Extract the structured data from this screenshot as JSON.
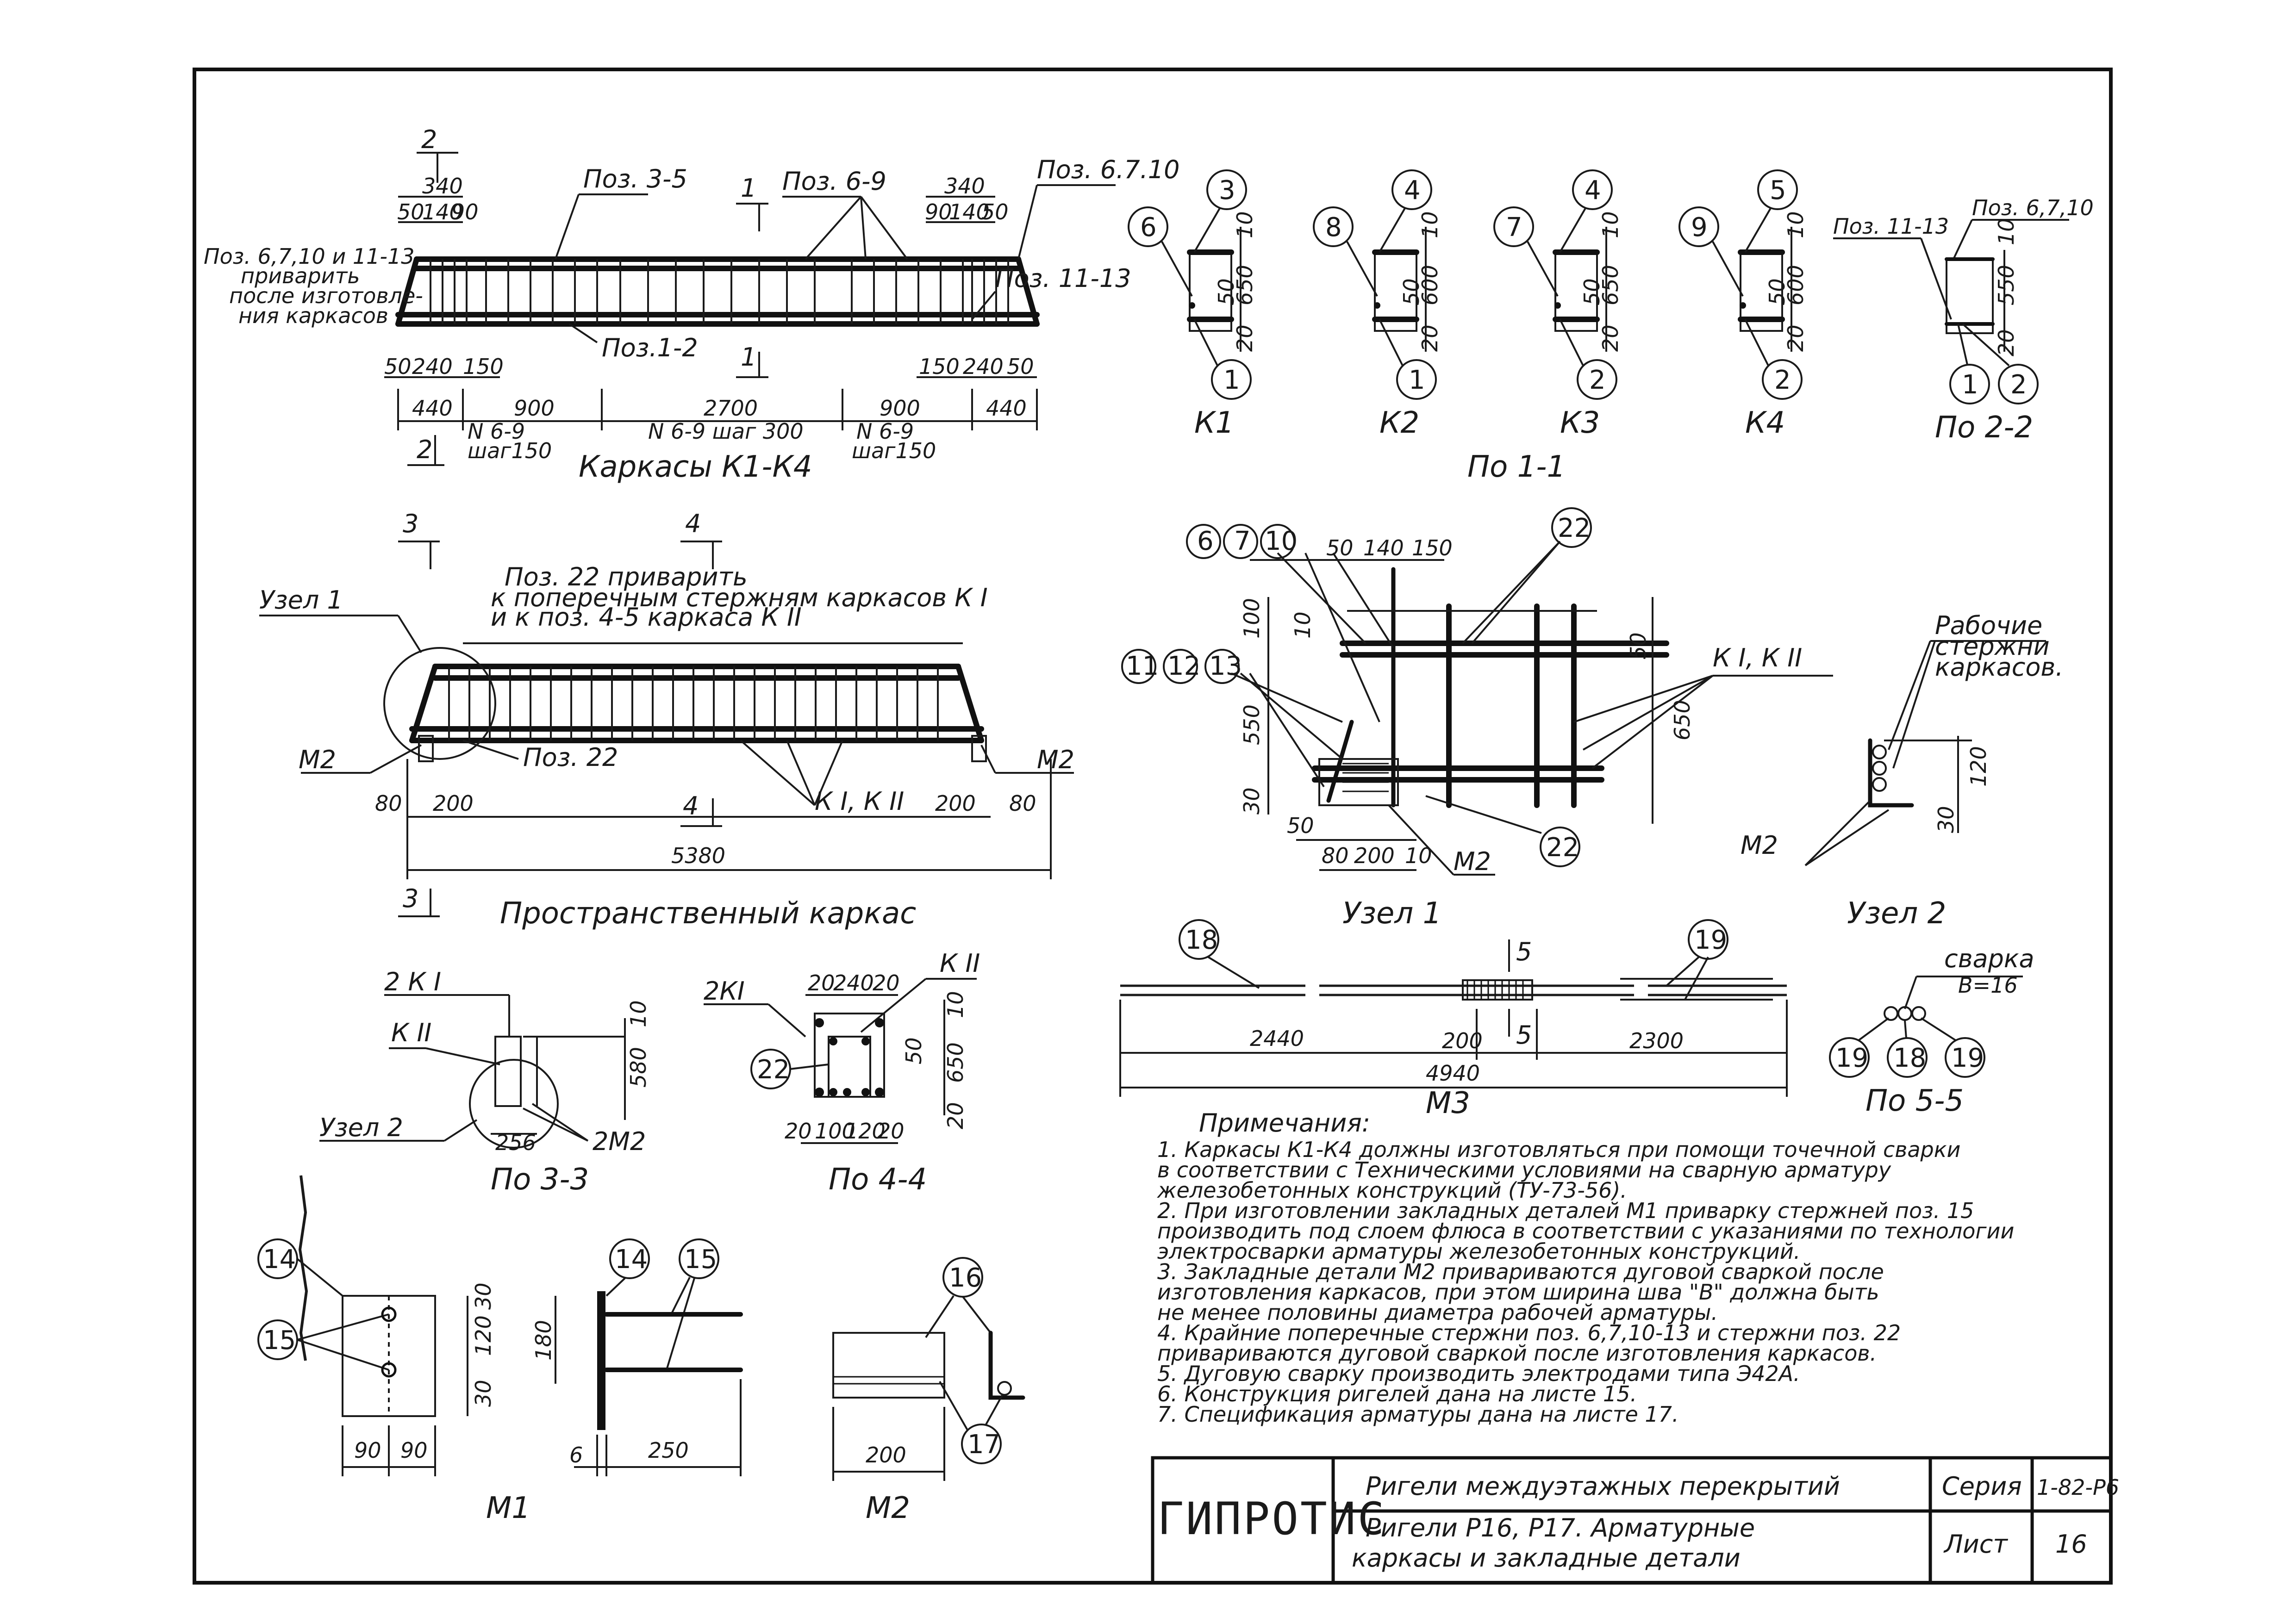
{
  "frames_k1_k4": {
    "caption": "Каркасы К1-К4",
    "sec2_top": "2",
    "sec2_bot": "2",
    "sec1_top": "1",
    "sec1_bot": "1",
    "note_weld": [
      "Поз. 6,7,10 и 11-13",
      "приварить",
      "после изготовле-",
      "ния каркасов"
    ],
    "pos_3_5": "Поз. 3-5",
    "pos_6_9": "Поз. 6-9",
    "pos_6_7_10": "Поз. 6.7.10",
    "pos_11_13": "Поз. 11-13",
    "pos_1_2": "Поз.1-2",
    "dims_top_left": [
      "340",
      "50",
      "140",
      "90"
    ],
    "dims_top_right": [
      "340",
      "90",
      "140",
      "50"
    ],
    "dims_bottom_left": [
      "50",
      "240",
      "150"
    ],
    "dims_bottom_right": [
      "150",
      "240",
      "50"
    ],
    "dims_main": [
      "440",
      "900",
      "2700",
      "900",
      "440"
    ],
    "step_left": [
      "N 6-9",
      "шаг150"
    ],
    "step_mid": "N 6-9 шаг 300",
    "step_right": [
      "N 6-9",
      "шаг150"
    ]
  },
  "sections_1_1": {
    "caption": "По 1-1",
    "k1": {
      "name": "К1",
      "top": "3",
      "side": "6",
      "bottom": "1",
      "d1": "10",
      "d2": "650",
      "d3": "50",
      "d4": "20"
    },
    "k2": {
      "name": "К2",
      "top": "4",
      "side": "8",
      "bottom": "1",
      "d1": "10",
      "d2": "600",
      "d3": "50",
      "d4": "20"
    },
    "k3": {
      "name": "К3",
      "top": "4",
      "side": "7",
      "bottom": "2",
      "d1": "10",
      "d2": "650",
      "d3": "50",
      "d4": "20"
    },
    "k4": {
      "name": "К4",
      "top": "5",
      "side": "9",
      "bottom": "2",
      "d1": "10",
      "d2": "600",
      "d3": "50",
      "d4": "20"
    },
    "s22": {
      "name": "По 2-2",
      "left": "Поз. 11-13",
      "right": "Поз. 6,7,10",
      "b1": "1",
      "b2": "2",
      "d1": "10",
      "d2": "550",
      "d3": "20"
    }
  },
  "spatial_frame": {
    "caption": "Пространственный каркас",
    "sec3": "3",
    "sec4": "4",
    "node1": "Узел 1",
    "weld_note": [
      "Поз. 22 приварить",
      "к поперечным стержням каркасов К I",
      "и к поз. 4-5 каркаса К II"
    ],
    "m2_left": "М2",
    "m2_right": "М2",
    "pos22": "Поз. 22",
    "kk": "К I, К II",
    "dims": [
      "80",
      "200",
      "200",
      "80"
    ],
    "total": "5380"
  },
  "node1": {
    "caption": "Узел 1",
    "bubbles_top": [
      "6",
      "7",
      "10"
    ],
    "bubbles_left": [
      "11",
      "12",
      "13"
    ],
    "bubble22a": "22",
    "bubble22b": "22",
    "dims_top": [
      "50",
      "140",
      "150"
    ],
    "d100": "100",
    "d10": "10",
    "d50": "50",
    "d550": "550",
    "d650": "650",
    "d30": "30",
    "dims_bottom": [
      "50",
      "80",
      "200",
      "10"
    ],
    "kk": "К I, К II",
    "m2": "М2"
  },
  "node2": {
    "caption": "Узел 2",
    "note": [
      "Рабочие",
      "стержни",
      "каркасов."
    ],
    "d120": "120",
    "d30": "30",
    "m2": "М2"
  },
  "sec_3_3": {
    "caption": "По 3-3",
    "k1": "2 К I",
    "k2": "К II",
    "node": "Узел 2",
    "d10": "10",
    "d580": "580",
    "d256": "256",
    "m2": "2М2"
  },
  "sec_4_4": {
    "caption": "По 4-4",
    "k1": "2КI",
    "k2": "К II",
    "b22": "22",
    "dims_top": [
      "20",
      "240",
      "20"
    ],
    "d10": "10",
    "d50": "50",
    "d650": "650",
    "d20": "20",
    "dims_bottom": [
      "20",
      "100",
      "120",
      "20"
    ]
  },
  "m3": {
    "caption": "М3",
    "b18": "18",
    "b19": "19",
    "sec": "5",
    "dims": [
      "2440",
      "200",
      "2300"
    ],
    "total": "4940"
  },
  "sec_5_5": {
    "caption": "По 5-5",
    "weld": [
      "сварка",
      "В=16"
    ],
    "bubbles": [
      "19",
      "18",
      "19"
    ]
  },
  "m1": {
    "caption": "М1",
    "b14a": "14",
    "b15a": "15",
    "b14b": "14",
    "b15b": "15",
    "d30a": "30",
    "d120": "120",
    "d30b": "30",
    "dims_bottom": [
      "90",
      "90"
    ],
    "d180": "180",
    "d6": "6",
    "d250": "250"
  },
  "m2": {
    "caption": "М2",
    "b16": "16",
    "b17": "17",
    "d200": "200"
  },
  "notes": {
    "title": "Примечания:",
    "lines": [
      "1. Каркасы К1-К4 должны изготовляться при помощи точечной сварки",
      "    в соответствии с Техническими условиями на сварную арматуру",
      "    железобетонных конструкций (ТУ-73-56).",
      "2. При изготовлении закладных деталей М1 приварку стержней поз. 15",
      "    производить под слоем флюса в соответствии с указаниями по технологии",
      "    электросварки арматуры железобетонных конструкций.",
      "3. Закладные детали М2 привариваются дуговой сваркой после",
      "    изготовления каркасов, при этом ширина шва \"В\" должна быть",
      "    не менее половины диаметра рабочей арматуры.",
      "4. Крайние поперечные стержни поз. 6,7,10-13 и стержни поз. 22",
      "    привариваются дуговой сваркой после изготовления каркасов.",
      "5. Дуговую сварку производить электродами типа Э42А.",
      "6. Конструкция ригелей дана на листе 15.",
      "7. Спецификация арматуры дана на листе 17."
    ]
  },
  "title_block": {
    "org": "ГИПРОТИС",
    "title1": "Ригели междуэтажных перекрытий",
    "title2a": "Ригели Р16, Р17. Арматурные",
    "title2b": "каркасы и закладные детали",
    "series_label": "Серия",
    "series_value": "1-82-Р6",
    "sheet_label": "Лист",
    "sheet_value": "16"
  }
}
